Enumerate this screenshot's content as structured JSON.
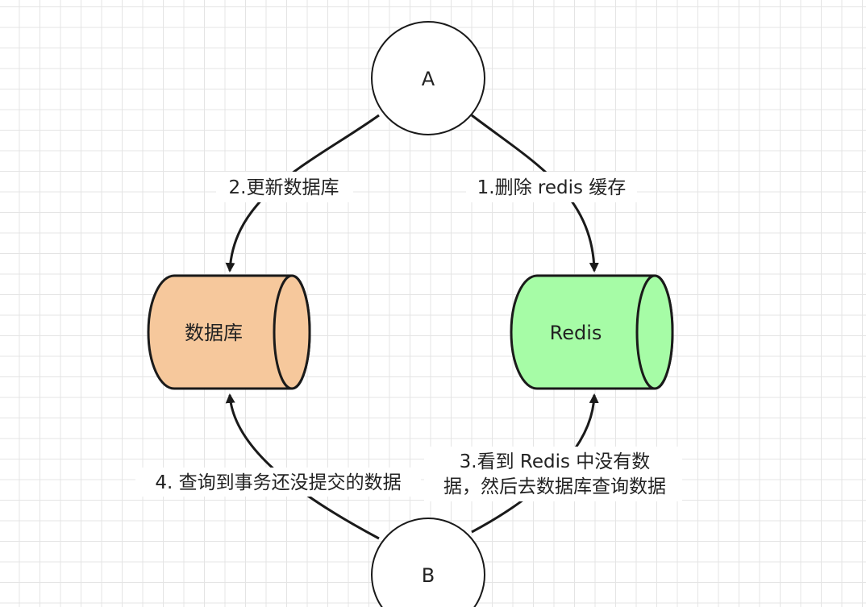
{
  "nodes": {
    "a": {
      "label": "A"
    },
    "b": {
      "label": "B"
    },
    "database": {
      "label": "数据库",
      "fill": "#f6c89c"
    },
    "redis": {
      "label": "Redis",
      "fill": "#a6fca6"
    }
  },
  "edges": {
    "update_db": {
      "label": "2.更新数据库"
    },
    "delete_cache": {
      "label": "1.删除 redis 缓存"
    },
    "query_db": {
      "label": "4. 查询到事务还没提交的数据"
    },
    "read_redis": {
      "line1": "3.看到 Redis 中没有数",
      "line2": "据，然后去数据库查询数据"
    }
  },
  "colors": {
    "stroke": "#1a1a1a",
    "circle_fill": "#ffffff",
    "grid": "#e4e4e4"
  }
}
